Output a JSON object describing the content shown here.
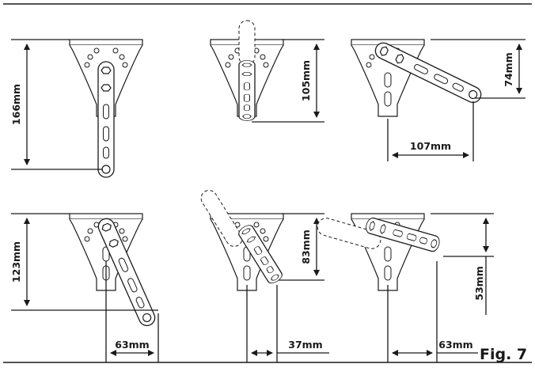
{
  "figure": {
    "caption": "Fig. 7",
    "views": [
      {
        "id": "a",
        "dims": [
          "166mm"
        ]
      },
      {
        "id": "b",
        "dims": [
          "105mm"
        ]
      },
      {
        "id": "c",
        "dims": [
          "74mm",
          "107mm"
        ]
      },
      {
        "id": "d",
        "dims": [
          "123mm",
          "63mm"
        ]
      },
      {
        "id": "e",
        "dims": [
          "83mm",
          "37mm"
        ]
      },
      {
        "id": "f",
        "dims": [
          "53mm",
          "63mm"
        ]
      }
    ]
  }
}
